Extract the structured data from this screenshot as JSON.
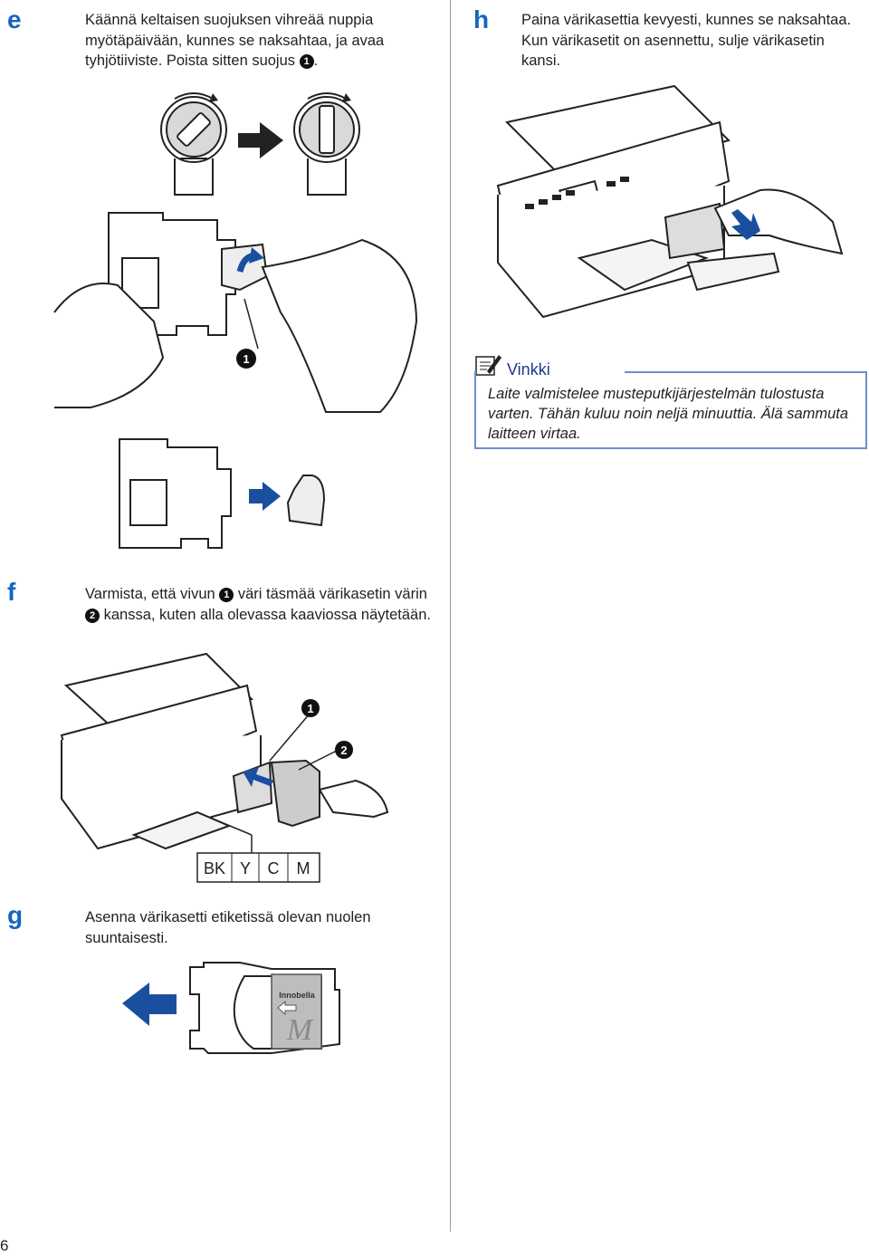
{
  "page_number": "6",
  "steps": {
    "e": {
      "letter": "e",
      "text_before": "Käännä keltaisen suojuksen vihreää nuppia myötäpäivään, kunnes se naksahtaa, ja avaa tyhjötiiviste. Poista sitten suojus",
      "badge": "1",
      "text_after": ".",
      "figure_callout": "1"
    },
    "h": {
      "letter": "h",
      "text": "Paina värikasettia kevyesti, kunnes se naksahtaa. Kun värikasetit on asennettu, sulje värikasetin kansi."
    },
    "f": {
      "letter": "f",
      "text_part1": "Varmista, että vivun",
      "badge1": "1",
      "text_part2": "väri täsmää värikasetin värin",
      "badge2": "2",
      "text_part3": "kanssa, kuten alla olevassa kaaviossa näytetään.",
      "callouts": [
        "1",
        "2"
      ],
      "color_legend": [
        "BK",
        "Y",
        "C",
        "M"
      ]
    },
    "g": {
      "letter": "g",
      "text": "Asenna värikasetti etiketissä olevan nuolen suuntaisesti.",
      "cartridge_brand": "Innobella",
      "cartridge_color": "M"
    }
  },
  "note": {
    "title": "Vinkki",
    "text": "Laite valmistelee musteputkijärjestelmän tulostusta varten. Tähän kuluu noin neljä minuuttia. Älä sammuta laitteen virtaa."
  },
  "colors": {
    "step_letter": "#1565c0",
    "arrow_blue": "#1a4fa0",
    "note_border": "#6a8fd0"
  },
  "icons": [
    "pencil-note-icon",
    "arrow-right-icon",
    "arrow-left-icon",
    "rotate-clockwise-icon"
  ]
}
